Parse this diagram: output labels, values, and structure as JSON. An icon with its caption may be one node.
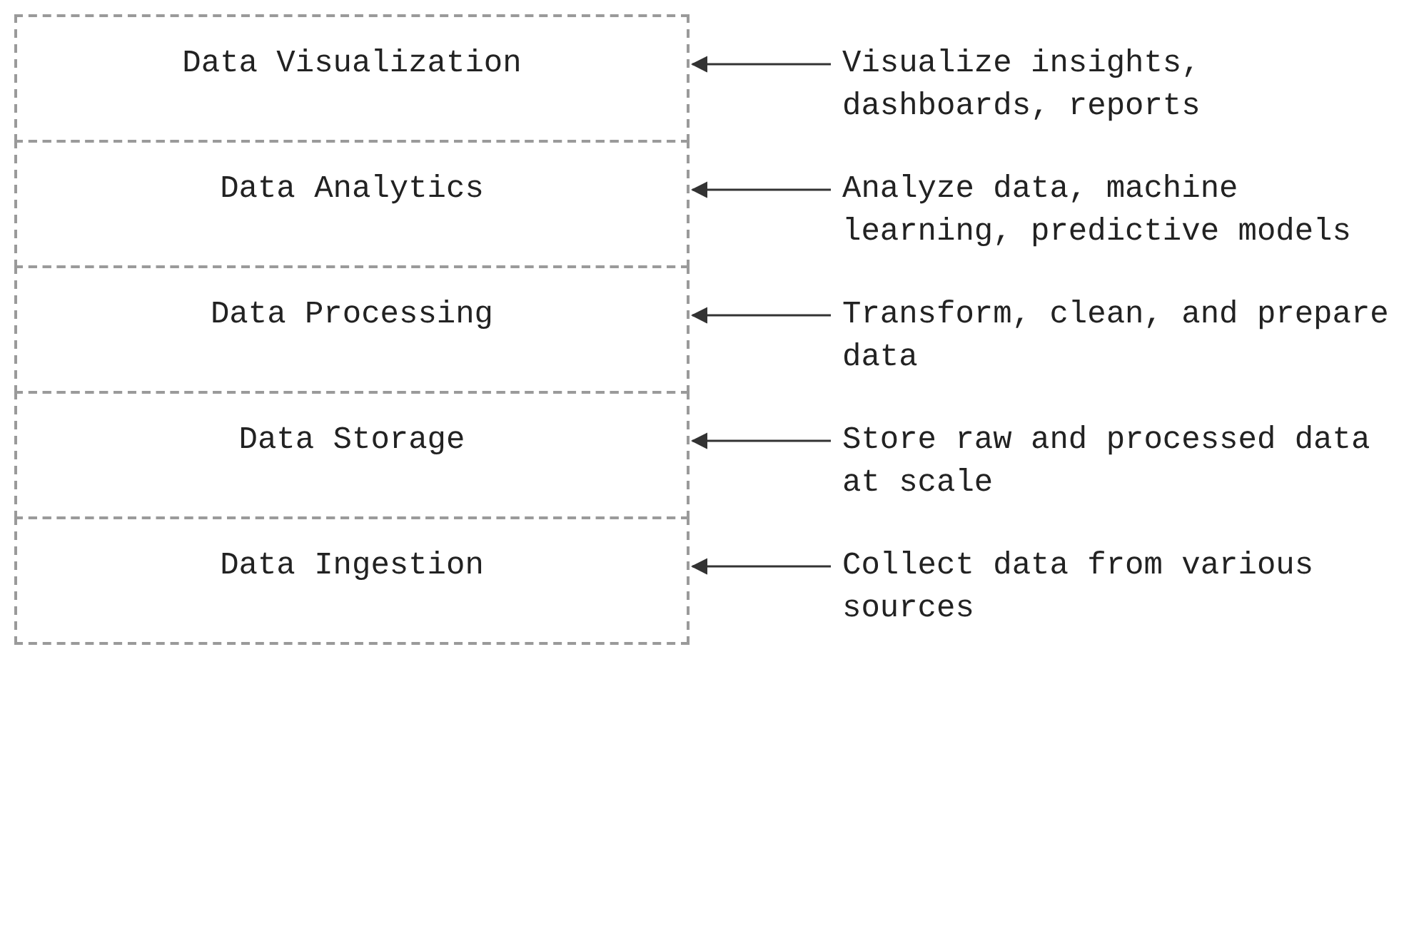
{
  "diagram": {
    "nodes": [
      {
        "text": [
          "Data Visualization"
        ]
      },
      {
        "text": [
          "Visualize insights, dashboards, reports"
        ]
      },
      {
        "text": [
          "Data Analytics"
        ]
      },
      {
        "text": [
          "Analyze data, machine learning, predictive models"
        ]
      },
      {
        "text": [
          "Data Processing"
        ]
      },
      {
        "text": [
          "Transform, clean, and prepare data"
        ]
      },
      {
        "text": [
          "Data Storage"
        ]
      },
      {
        "text": [
          "Store raw and processed data at scale"
        ]
      },
      {
        "text": [
          "Data Ingestion"
        ]
      },
      {
        "text": [
          "Collect data from various sources"
        ]
      }
    ],
    "edges": [
      {
        "from": 1,
        "to": 0,
        "arrow": "to"
      },
      {
        "from": 3,
        "to": 2,
        "arrow": "to"
      },
      {
        "from": 5,
        "to": 4,
        "arrow": "to"
      },
      {
        "from": 7,
        "to": 6,
        "arrow": "to"
      },
      {
        "from": 9,
        "to": 8,
        "arrow": "to"
      }
    ]
  }
}
